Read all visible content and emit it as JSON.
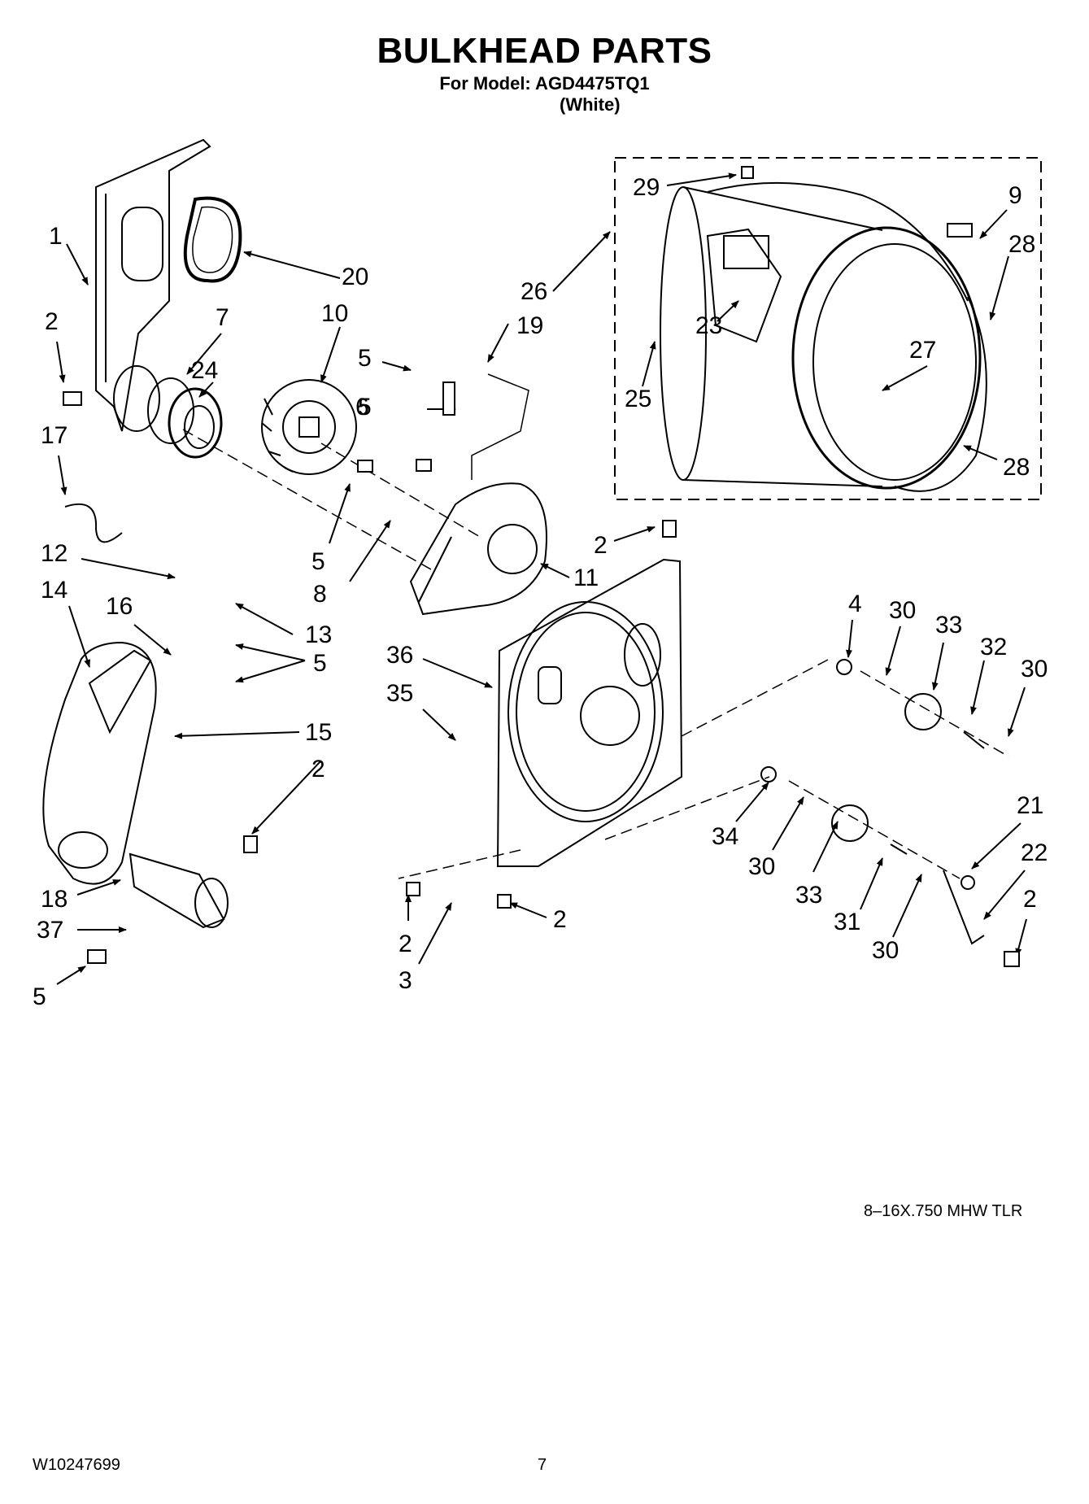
{
  "header": {
    "title": "BULKHEAD PARTS",
    "model_line": "For Model: AGD4475TQ1",
    "variant": "(White)"
  },
  "callouts": [
    "1",
    "2",
    "2",
    "2",
    "2",
    "2",
    "2",
    "3",
    "4",
    "5",
    "5",
    "5",
    "5",
    "5",
    "6",
    "7",
    "8",
    "9",
    "10",
    "11",
    "12",
    "13",
    "14",
    "15",
    "16",
    "17",
    "18",
    "19",
    "20",
    "21",
    "22",
    "23",
    "24",
    "25",
    "26",
    "27",
    "28",
    "28",
    "29",
    "30",
    "30",
    "30",
    "30",
    "31",
    "32",
    "33",
    "33",
    "34",
    "35",
    "36",
    "37"
  ],
  "footer": {
    "diagram_code": "8–16X.750 MHW TLR",
    "doc_number": "W10247699",
    "page_number": "7"
  }
}
